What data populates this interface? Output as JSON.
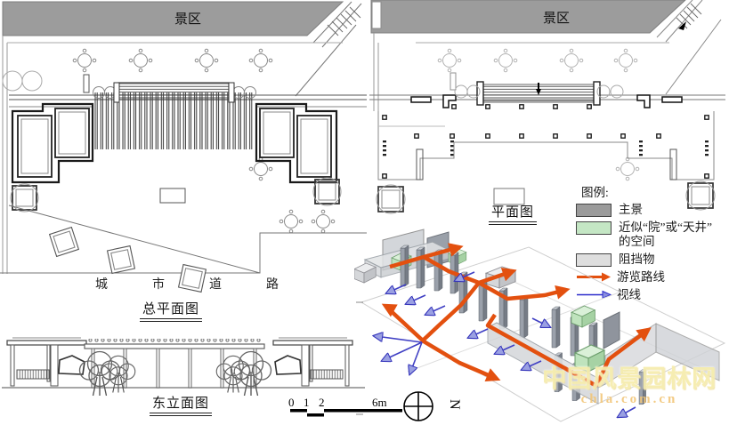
{
  "figure": {
    "site_plan": {
      "area_label": "景区",
      "road_label": "城市道路",
      "title": "总平面图"
    },
    "floor_plan": {
      "area_label": "景区",
      "title": "平面图"
    },
    "elevation": {
      "title": "东立面图"
    },
    "scale_bar": {
      "tick_0": "0",
      "tick_1": "1",
      "tick_2": "2",
      "end_label": "6m"
    },
    "compass": {
      "north_label": "N"
    },
    "legend": {
      "title": "图例:",
      "items": [
        {
          "label": "主景",
          "color": "#9b9b9b"
        },
        {
          "label": "近似“院”或“天井”",
          "label_line2": "的空间",
          "color": "#c4e6c4"
        },
        {
          "label": "阻挡物",
          "color": "#dedede"
        },
        {
          "label": "游览路线",
          "color": "#e3500f"
        },
        {
          "label": "视线",
          "color": "#2b2bcc"
        }
      ]
    },
    "watermark": {
      "site_name": "中国风景园林网",
      "site_url": "chla.com.cn"
    },
    "colors": {
      "scenic_band": "#9c9c9c",
      "route": "#e3500f",
      "sightline": "#3a3ac8",
      "courtyard": "#c4e6c4",
      "obstacle": "#d9dbde"
    }
  }
}
